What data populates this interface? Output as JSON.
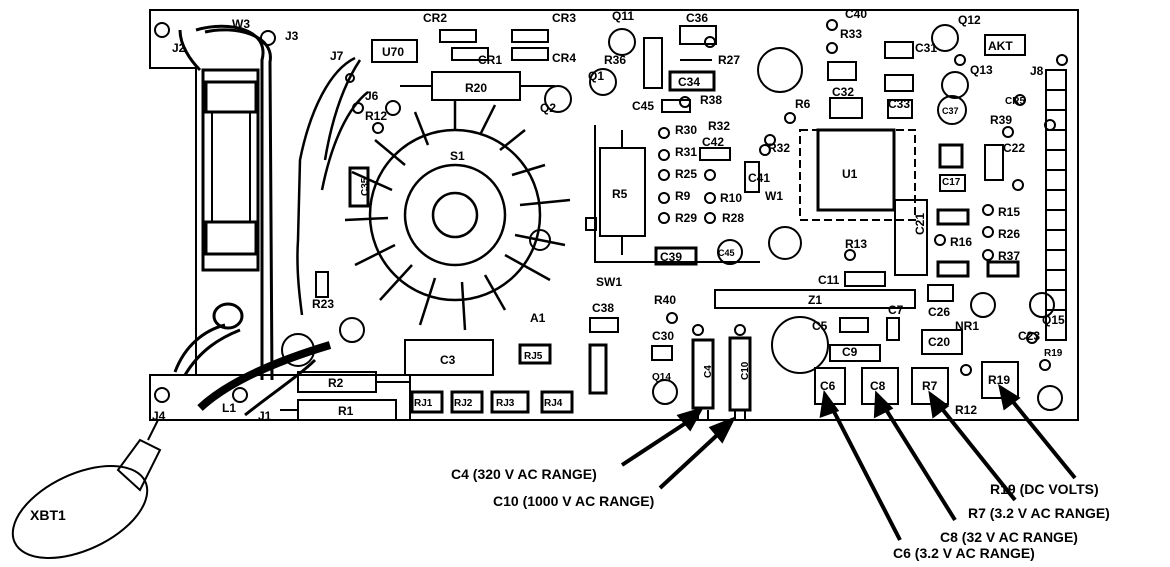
{
  "diagram": {
    "board_labels": {
      "j1": "J1",
      "j2": "J2",
      "j3": "J3",
      "j4": "J4",
      "j6": "J6",
      "j7": "J7",
      "j8": "J8",
      "w3": "W3",
      "w1": "W1",
      "u70": "U70",
      "u1": "U1",
      "cr1": "CR1",
      "cr2": "CR2",
      "cr3": "CR3",
      "cr4": "CR4",
      "cr5": "CR5",
      "q1": "Q1",
      "q2": "Q2",
      "q11": "Q11",
      "q12": "Q12",
      "q13": "Q13",
      "q14": "Q14",
      "q15": "Q15",
      "r1": "R1",
      "r2": "R2",
      "r5": "R5",
      "r6": "R6",
      "r7": "R7",
      "r9": "R9",
      "r10": "R10",
      "r12": "R12",
      "r13": "R13",
      "r15": "R15",
      "r16": "R16",
      "r19": "R19",
      "r20": "R20",
      "r23": "R23",
      "r25": "R25",
      "r26": "R26",
      "r27": "R27",
      "r28": "R28",
      "r29": "R29",
      "r30": "R30",
      "r31": "R31",
      "r32": "R32",
      "r33": "R33",
      "r36": "R36",
      "r37": "R37",
      "r38": "R38",
      "r39": "R39",
      "r40": "R40",
      "c3": "C3",
      "c4": "C4",
      "c5": "C5",
      "c6": "C6",
      "c7": "C7",
      "c8": "C8",
      "c9": "C9",
      "c10": "C10",
      "c11": "C11",
      "c17": "C17",
      "c20": "C20",
      "c21": "C21",
      "c22": "C22",
      "c23": "C23",
      "c26": "C26",
      "c30": "C30",
      "c31": "C31",
      "c32": "C32",
      "c33": "C33",
      "c34": "C34",
      "c36": "C36",
      "c37": "C37",
      "c38": "C38",
      "c40": "C40",
      "c42": "C42",
      "c45": "C45",
      "c35": "C35",
      "c39": "C39",
      "c41": "C41",
      "s1": "S1",
      "sw1": "SW1",
      "z1": "Z1",
      "a1": "A1",
      "l1": "L1",
      "rj1": "RJ1",
      "rj2": "RJ2",
      "rj3": "RJ3",
      "rj4": "RJ4",
      "rj5": "RJ5",
      "akt": "AKT",
      "nr1": "NR1",
      "xbt1": "XBT1"
    },
    "callouts": {
      "c4": "C4 (320 V AC RANGE)",
      "c10": "C10 (1000 V AC RANGE)",
      "r19": "R19 (DC VOLTS)",
      "r7": "R7 (3.2 V AC RANGE)",
      "c8": "C8 (32 V AC RANGE)",
      "c6": "C6 (3.2 V AC RANGE)"
    }
  }
}
